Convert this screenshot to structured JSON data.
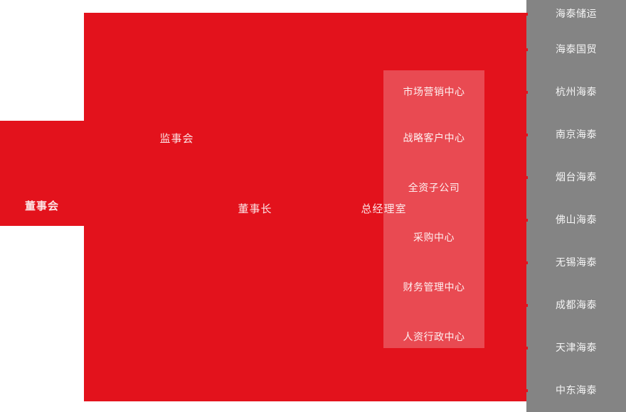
{
  "colors": {
    "primary_red": "#e3121c",
    "panel_overlay": "rgba(255,255,255,0.24)",
    "sidebar_gray": "#848484",
    "text_white": "rgba(255,255,255,0.9)"
  },
  "governance": {
    "board_of_directors": "董事会",
    "supervisory_board": "监事会",
    "chairman": "董事长",
    "general_manager_office": "总经理室"
  },
  "departments": {
    "items": [
      {
        "label": "市场营销中心"
      },
      {
        "label": "战略客户中心"
      },
      {
        "label": "全资子公司"
      },
      {
        "label": "采购中心"
      },
      {
        "label": "财务管理中心"
      },
      {
        "label": "人资行政中心"
      }
    ]
  },
  "subsidiaries": {
    "items": [
      {
        "label": "海泰储运"
      },
      {
        "label": "海泰国贸"
      },
      {
        "label": "杭州海泰"
      },
      {
        "label": "南京海泰"
      },
      {
        "label": "烟台海泰"
      },
      {
        "label": "佛山海泰"
      },
      {
        "label": "无锡海泰"
      },
      {
        "label": "成都海泰"
      },
      {
        "label": "天津海泰"
      },
      {
        "label": "中东海泰"
      }
    ]
  }
}
